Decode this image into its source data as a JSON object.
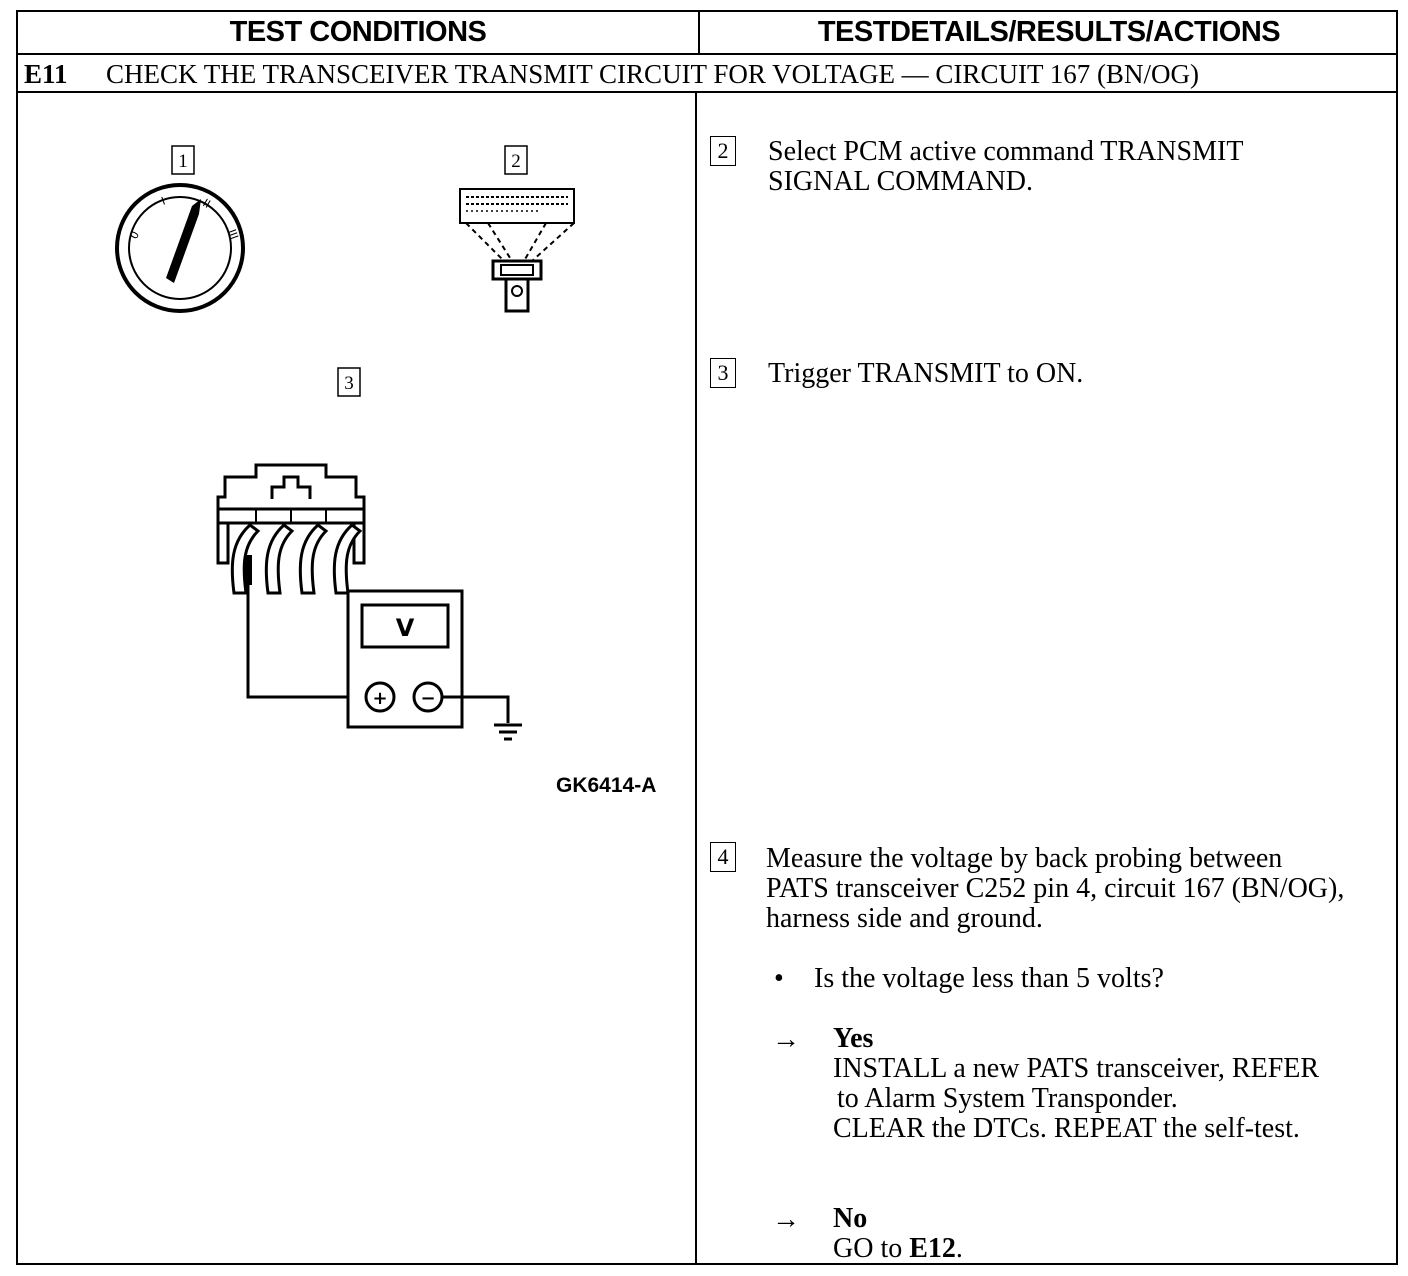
{
  "headers": {
    "left": "TEST CONDITIONS",
    "right": "TESTDETAILS/RESULTS/ACTIONS"
  },
  "step": {
    "id": "E11",
    "title": "CHECK THE TRANSCEIVER TRANSMIT CIRCUIT FOR VOLTAGE — CIRCUIT 167 (BN/OG)"
  },
  "diagram": {
    "callouts": [
      "1",
      "2",
      "3"
    ],
    "ignition_marks": [
      "0",
      "I",
      "II",
      "III"
    ],
    "meter_label": "V",
    "plus": "+",
    "minus": "−",
    "figure_id": "GK6414-A"
  },
  "details": {
    "steps": [
      {
        "num": "2",
        "lines": [
          "Select PCM active command TRANSMIT",
          "SIGNAL COMMAND."
        ]
      },
      {
        "num": "3",
        "lines": [
          "Trigger TRANSMIT to ON."
        ]
      },
      {
        "num": "4",
        "lines": [
          "Measure the voltage by back probing between",
          "PATS transceiver C252 pin 4, circuit 167 (BN/OG),",
          "harness side and ground."
        ]
      }
    ],
    "bullet_symbol": "•",
    "question": "Is the voltage less than 5 volts?",
    "arrow_symbol": "→",
    "yes": {
      "label": "Yes",
      "lines": [
        "INSTALL a new PATS transceiver, REFER",
        "to Alarm System Transponder.",
        "CLEAR the DTCs. REPEAT the self-test."
      ]
    },
    "no": {
      "label": "No",
      "prefix": "GO to ",
      "target": "E12",
      "suffix": "."
    }
  }
}
